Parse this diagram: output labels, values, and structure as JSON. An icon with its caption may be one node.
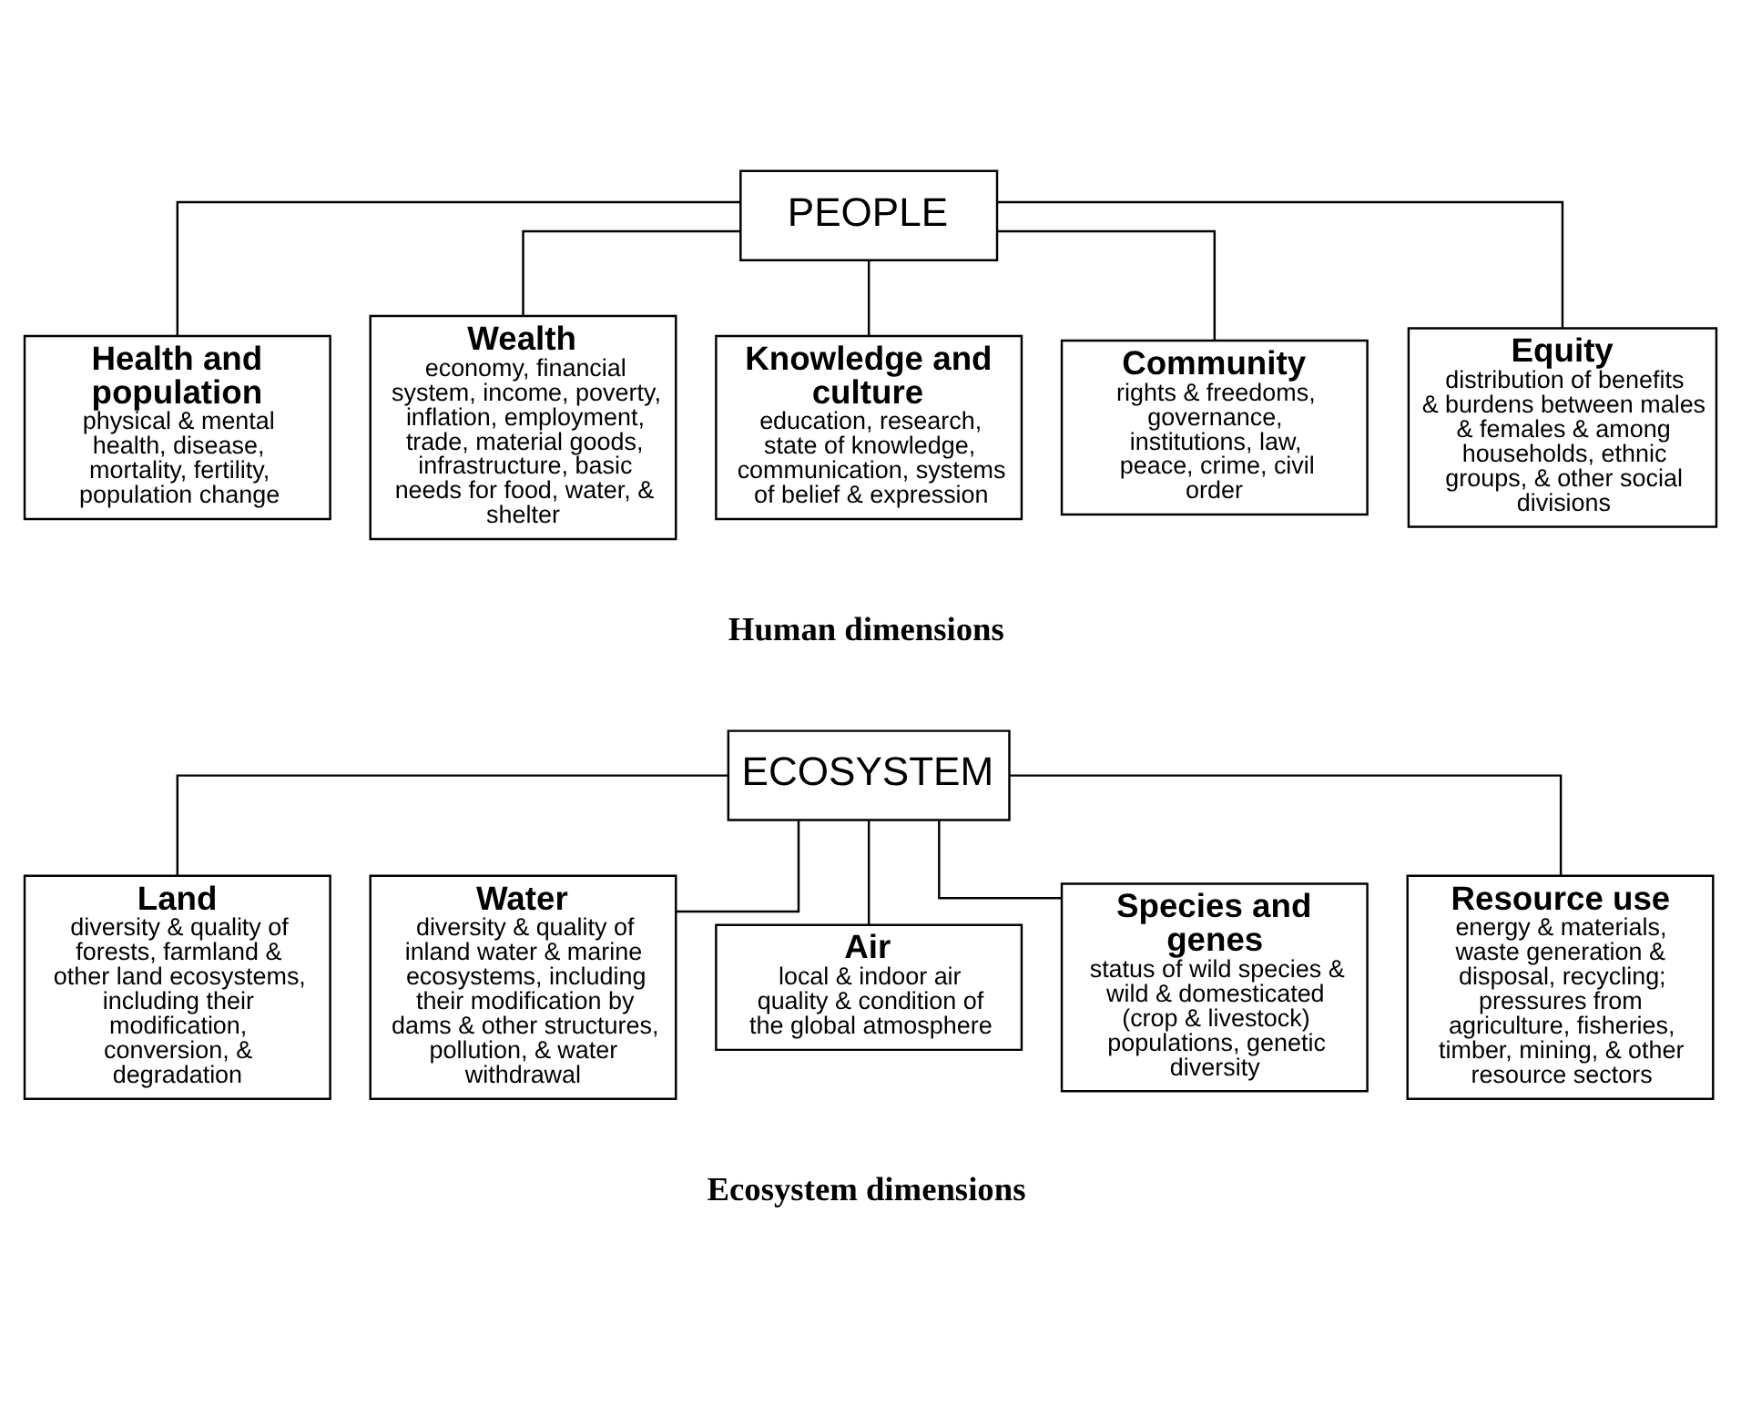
{
  "diagram": {
    "nodes": [
      {
        "text": [
          "PEOPLE"
        ]
      },
      {
        "text": [
          "Health and population",
          "physical & mental health, disease, mortality, fertility, population change"
        ]
      },
      {
        "text": [
          "Wealth",
          "economy, financial system, income, poverty, inflation, employment, trade, material goods, infrastructure, basic needs for food, water, & shelter"
        ]
      },
      {
        "text": [
          "Knowledge and culture",
          "education, research, state of knowledge, communication, systems of belief & expression"
        ]
      },
      {
        "text": [
          "Community",
          "rights & freedoms, governance, institutions, law, peace, crime, civil order"
        ]
      },
      {
        "text": [
          "Equity",
          "distribution of benefits & burdens between males & females & among households, ethnic groups, & other social divisions"
        ]
      },
      {
        "text": [
          "ECOSYSTEM"
        ]
      },
      {
        "text": [
          "Land",
          "diversity & quality of forests, farmland & other land ecosystems, including their modification, conversion, & degradation"
        ]
      },
      {
        "text": [
          "Water",
          "diversity & quality of inland water & marine ecosystems, including their modification by dams & other structures, pollution, & water withdrawal"
        ]
      },
      {
        "text": [
          "Air",
          "local & indoor air quality & condition of the global atmosphere"
        ]
      },
      {
        "text": [
          "Species and genes",
          "status of wild species & wild & domesticated (crop & livestock) populations, genetic diversity"
        ]
      },
      {
        "text": [
          "Resource use",
          "energy & materials, waste generation & disposal, recycling; pressures from agriculture, fisheries, timber, mining, & other resource sectors"
        ]
      }
    ],
    "edges": [
      {
        "from": 0,
        "to": 1,
        "arrow": "none"
      },
      {
        "from": 0,
        "to": 2,
        "arrow": "none"
      },
      {
        "from": 0,
        "to": 3,
        "arrow": "none"
      },
      {
        "from": 0,
        "to": 4,
        "arrow": "none"
      },
      {
        "from": 0,
        "to": 5,
        "arrow": "none"
      },
      {
        "from": 6,
        "to": 7,
        "arrow": "none"
      },
      {
        "from": 6,
        "to": 8,
        "arrow": "none"
      },
      {
        "from": 6,
        "to": 9,
        "arrow": "none"
      },
      {
        "from": 6,
        "to": 10,
        "arrow": "none"
      },
      {
        "from": 6,
        "to": 11,
        "arrow": "none"
      }
    ],
    "labels": [
      "Human dimensions",
      "Ecosystem dimensions"
    ]
  }
}
